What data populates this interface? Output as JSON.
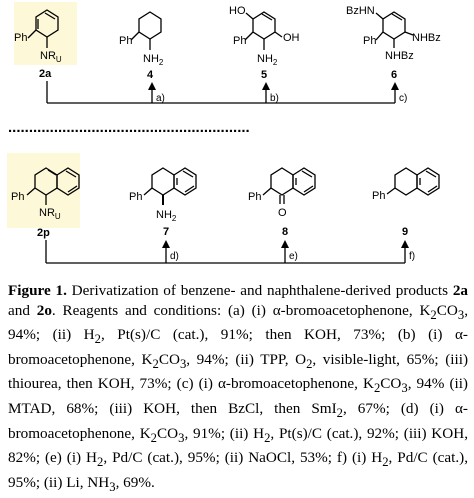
{
  "top_row": {
    "compounds": [
      {
        "number": "2a",
        "substituents": [
          "Ph",
          "NR",
          "U"
        ]
      },
      {
        "number": "4",
        "substituents": [
          "Ph",
          "NH",
          "2"
        ]
      },
      {
        "number": "5",
        "substituents": [
          "HO",
          "OH",
          "Ph",
          "NH",
          "2"
        ]
      },
      {
        "number": "6",
        "substituents": [
          "BzHN",
          "Ph",
          "NHBz",
          "NHBz"
        ]
      }
    ],
    "conditions": [
      "a)",
      "b)",
      "c)"
    ]
  },
  "separator": "..........................................................",
  "bottom_row": {
    "compounds": [
      {
        "number": "2p",
        "substituents": [
          "Ph",
          "NR",
          "U"
        ]
      },
      {
        "number": "7",
        "substituents": [
          "Ph",
          "NH",
          "2"
        ]
      },
      {
        "number": "8",
        "substituents": [
          "Ph",
          "O"
        ]
      },
      {
        "number": "9",
        "substituents": [
          "Ph"
        ]
      }
    ],
    "conditions": [
      "d)",
      "e)",
      "f)"
    ]
  },
  "caption": {
    "label": "Figure 1.",
    "text_1": " Derivatization of benzene- and naphthalene-derived products ",
    "ref_1": "2a",
    "text_2": " and ",
    "ref_2": "2o",
    "text_3": ". Reagents and conditions: (a) (i) α-bromoacetophenone, K",
    "sub_1": "2",
    "text_4": "CO",
    "sub_2": "3",
    "text_5": ", 94%; (ii) H",
    "sub_3": "2",
    "text_6": ", Pt(s)/C (cat.), 91%; then KOH, 73%; (b) (i) α-bromoacetophenone, K",
    "sub_4": "2",
    "text_7": "CO",
    "sub_5": "3",
    "text_8": ", 94%; (ii) TPP, O",
    "sub_6": "2",
    "text_9": ", visible-light, 65%; (iii) thiourea, then KOH, 73%; (c) (i) α-bromoacetophenone, K",
    "sub_7": "2",
    "text_10": "CO",
    "sub_8": "3",
    "text_11": ", 94% (ii) MTAD, 68%; (iii) KOH, then BzCl, then SmI",
    "sub_9": "2",
    "text_12": ", 67%; (d) (i) α-bromoacetophenone, K",
    "sub_10": "2",
    "text_13": "CO",
    "sub_11": "3",
    "text_14": ", 91%; (ii) H",
    "sub_12": "2",
    "text_15": ", Pt(s)/C (cat.), 92%; (iii) KOH, 82%; (e) (i) H",
    "sub_13": "2",
    "text_16": ", Pd/C (cat.), 95%; (ii) NaOCl, 53%; f) (i) H",
    "sub_14": "2",
    "text_17": ", Pd/C (cat.), 95%; (ii) Li, NH",
    "sub_15": "3",
    "text_18": ", 69%."
  },
  "colors": {
    "highlight": "#fdf8d8",
    "line": "#000000"
  }
}
